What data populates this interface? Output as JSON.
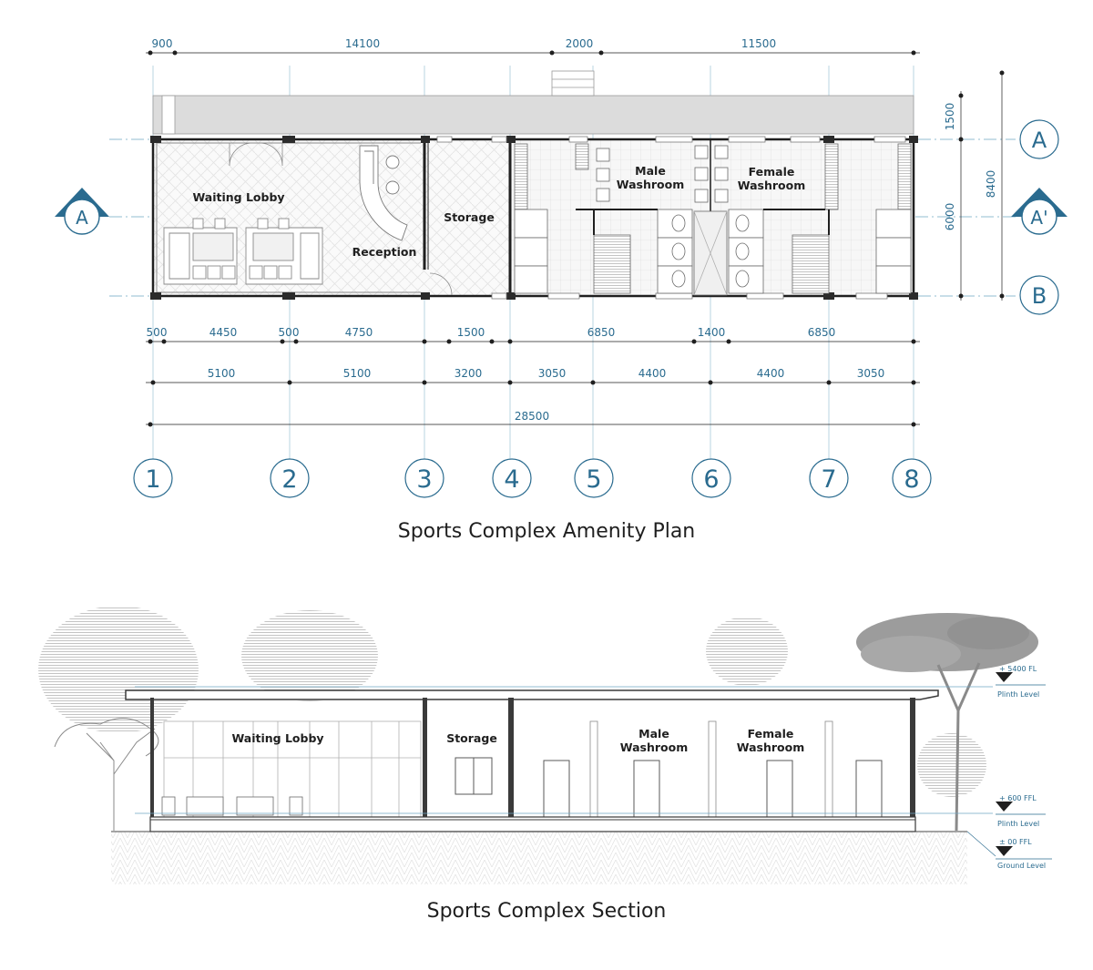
{
  "colors": {
    "accent": "#2a6b8f",
    "wall": "#1f1f1f",
    "gray": "#c8c8c8",
    "tree": "#9c9c9c"
  },
  "plan": {
    "title": "Sports Complex Amenity Plan",
    "top_dims": [
      "900",
      "14100",
      "2000",
      "11500"
    ],
    "right_dims": [
      "1500",
      "6000",
      "8400"
    ],
    "dims_row1": [
      "500",
      "4450",
      "500",
      "4750",
      "1500",
      "6850",
      "1400",
      "6850"
    ],
    "dims_row2": [
      "5100",
      "5100",
      "3200",
      "3050",
      "4400",
      "4400",
      "3050"
    ],
    "total_dim": "28500",
    "grid_numbers": [
      "1",
      "2",
      "3",
      "4",
      "5",
      "6",
      "7",
      "8"
    ],
    "grid_letters": {
      "top": "A",
      "bottom": "B"
    },
    "section_marks": {
      "left": "A",
      "right": "A'"
    },
    "rooms": {
      "waiting_lobby": "Waiting Lobby",
      "reception": "Reception",
      "storage": "Storage",
      "male": [
        "Male",
        "Washroom"
      ],
      "female": [
        "Female",
        "Washroom"
      ]
    }
  },
  "section": {
    "title": "Sports Complex Section",
    "rooms": {
      "waiting_lobby": "Waiting Lobby",
      "storage": "Storage",
      "male": [
        "Male",
        "Washroom"
      ],
      "female": [
        "Female",
        "Washroom"
      ]
    },
    "levels": [
      {
        "value": "+ 5400 FL",
        "label": "Plinth Level"
      },
      {
        "value": "+ 600 FFL",
        "label": "Plinth Level"
      },
      {
        "value": "± 00 FFL",
        "label": "Ground Level"
      }
    ]
  }
}
